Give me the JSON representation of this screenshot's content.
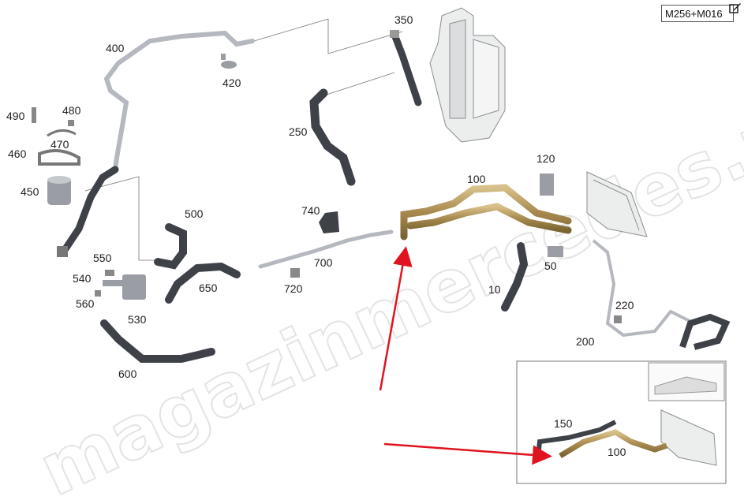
{
  "diagram": {
    "engine_code": "M256+M016",
    "watermark": "magazinmercedes.ru",
    "callouts": {
      "p400": "400",
      "p350": "350",
      "p420": "420",
      "p250": "250",
      "p490": "490",
      "p480": "480",
      "p470": "470",
      "p460": "460",
      "p450": "450",
      "p500": "500",
      "p740": "740",
      "p100": "100",
      "p120": "120",
      "p550": "550",
      "p700": "700",
      "p540": "540",
      "p650": "650",
      "p720": "720",
      "p50": "50",
      "p560": "560",
      "p530": "530",
      "p10": "10",
      "p220": "220",
      "p200": "200",
      "p600": "600",
      "p150": "150",
      "p100b": "100"
    }
  },
  "colors": {
    "hose_dark": "#3e4248",
    "pipe_silver": "#b5b9bf",
    "brass": "#b8985a",
    "arrow_red": "#e0141e",
    "part_outline": "#8a8d92"
  },
  "icons": [
    "edit-icon"
  ]
}
